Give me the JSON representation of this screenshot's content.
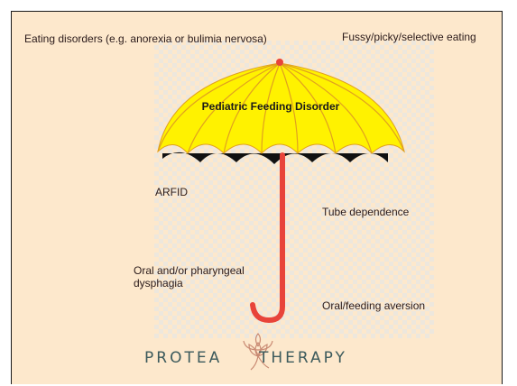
{
  "diagram": {
    "center_label": "Pediatric Feeding Disorder",
    "labels": {
      "eating_disorders": "Eating disorders (e.g. anorexia or bulimia nervosa)",
      "fussy": "Fussy/picky/selective eating",
      "arfid": "ARFID",
      "tube": "Tube dependence",
      "dysphagia_line1": "Oral and/or pharyngeal",
      "dysphagia_line2": "dysphagia",
      "aversion": "Oral/feeding aversion"
    }
  },
  "logo": {
    "left_word": "PROTEA",
    "right_word": "THERAPY",
    "icon": "protea-flower-icon"
  },
  "colors": {
    "background": "#fde8cc",
    "canopy": "#fff200",
    "canopy_ribs": "#e0a020",
    "handle": "#e8443a",
    "logo": "#3c5a5c"
  }
}
